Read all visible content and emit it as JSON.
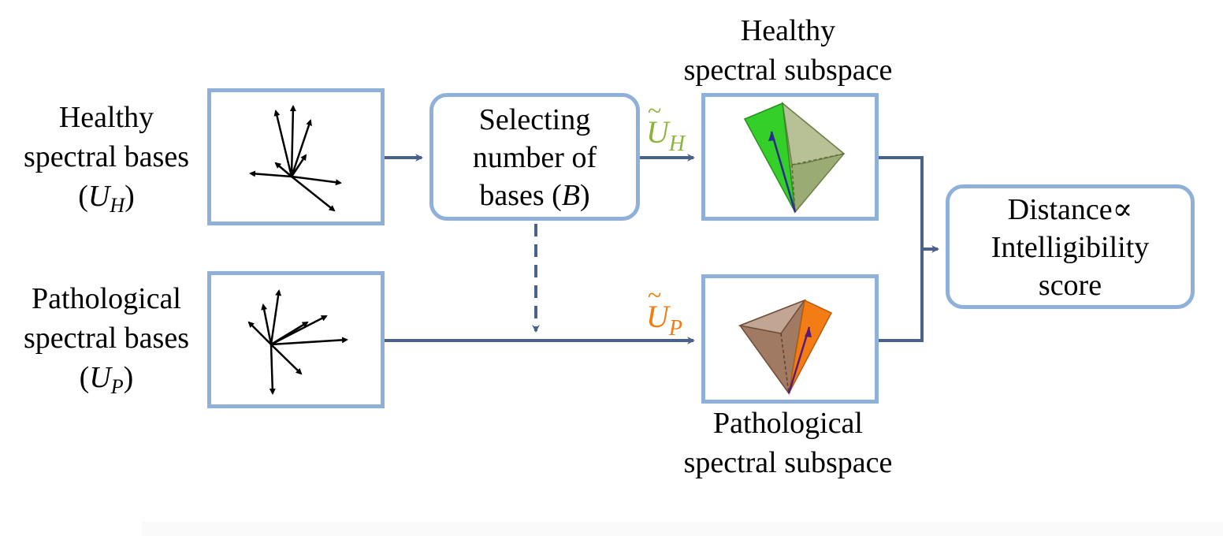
{
  "inputs": {
    "healthy": {
      "line1": "Healthy",
      "line2": "spectral bases",
      "symbol": "U",
      "subscript": "H"
    },
    "pathological": {
      "line1": "Pathological",
      "line2": "spectral bases",
      "symbol": "U",
      "subscript": "P"
    }
  },
  "selector": {
    "line1": "Selecting",
    "line2": "number of",
    "line3_prefix": "bases (",
    "symbol": "B",
    "line3_suffix": ")"
  },
  "subspaces": {
    "healthy": {
      "title_line1": "Healthy",
      "title_line2": "spectral subspace",
      "label_symbol": "U",
      "label_subscript": "H",
      "label_tilde": "~",
      "label_color": "#8db43a",
      "face_color": "#35cf2a"
    },
    "pathological": {
      "title_line1": "Pathological",
      "title_line2": "spectral subspace",
      "label_symbol": "U",
      "label_subscript": "P",
      "label_tilde": "~",
      "label_color": "#f07c12",
      "face_color": "#f47c14"
    }
  },
  "output": {
    "line1": "Distance∝",
    "line2": "Intelligibility",
    "line3": "score"
  },
  "colors": {
    "box_border": "#8fb0d8",
    "arrow": "#4a6289"
  },
  "icons": {
    "healthy_bases": "vector-fan-icon",
    "pathological_bases": "vector-fan-icon",
    "healthy_subspace": "pyramid-icon",
    "pathological_subspace": "pyramid-icon"
  }
}
